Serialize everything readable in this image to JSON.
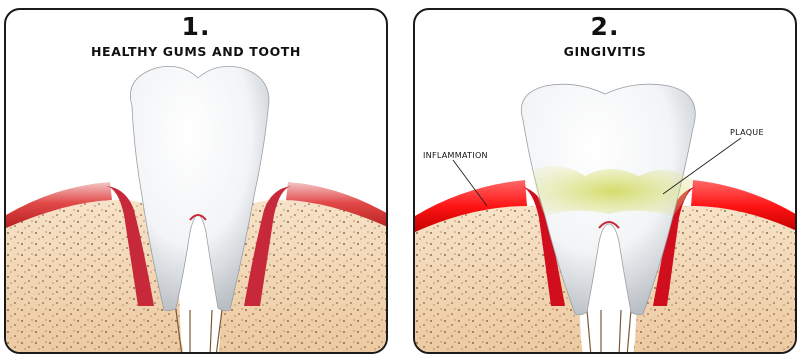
{
  "panels": [
    {
      "number": "1.",
      "title": "HEALTHY GUMS AND TOOTH"
    },
    {
      "number": "2.",
      "title": "GINGIVITIS",
      "callouts": {
        "inflammation": "INFLAMMATION",
        "plaque": "PLAQUE"
      }
    }
  ],
  "colors": {
    "gum": "#e23a3a",
    "gum_inflamed": "#ff1a1a",
    "bone": "#f2d9b8",
    "plaque": "#d8df78",
    "tooth": "#f4f6f7"
  }
}
